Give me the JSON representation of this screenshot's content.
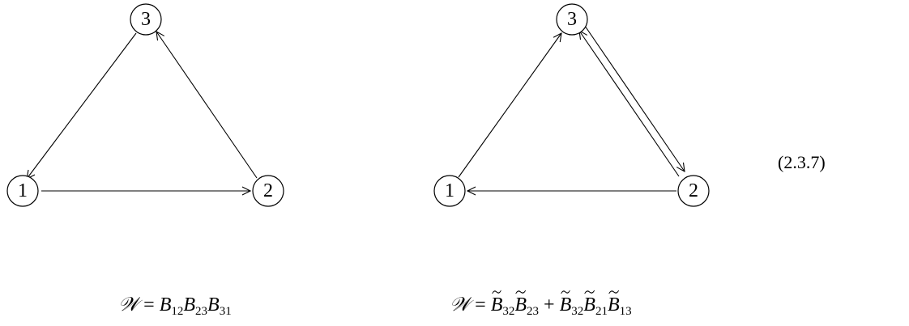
{
  "diagrams": [
    {
      "nodes": [
        "3",
        "1",
        "2"
      ]
    },
    {
      "nodes": [
        "3",
        "1",
        "2"
      ]
    }
  ],
  "equation_number": "(2.3.7)",
  "formulas": {
    "left": {
      "lhs": "𝒲",
      "eq": " = ",
      "terms": [
        {
          "base": "B",
          "sub": "12"
        },
        {
          "base": "B",
          "sub": "23"
        },
        {
          "base": "B",
          "sub": "31"
        }
      ]
    },
    "right": {
      "lhs": "𝒲",
      "eq": " = ",
      "plus": " + ",
      "terms": [
        {
          "base": "B",
          "sub": "32"
        },
        {
          "base": "B",
          "sub": "23"
        },
        {
          "base": "B",
          "sub": "32"
        },
        {
          "base": "B",
          "sub": "21"
        },
        {
          "base": "B",
          "sub": "13"
        }
      ]
    }
  }
}
